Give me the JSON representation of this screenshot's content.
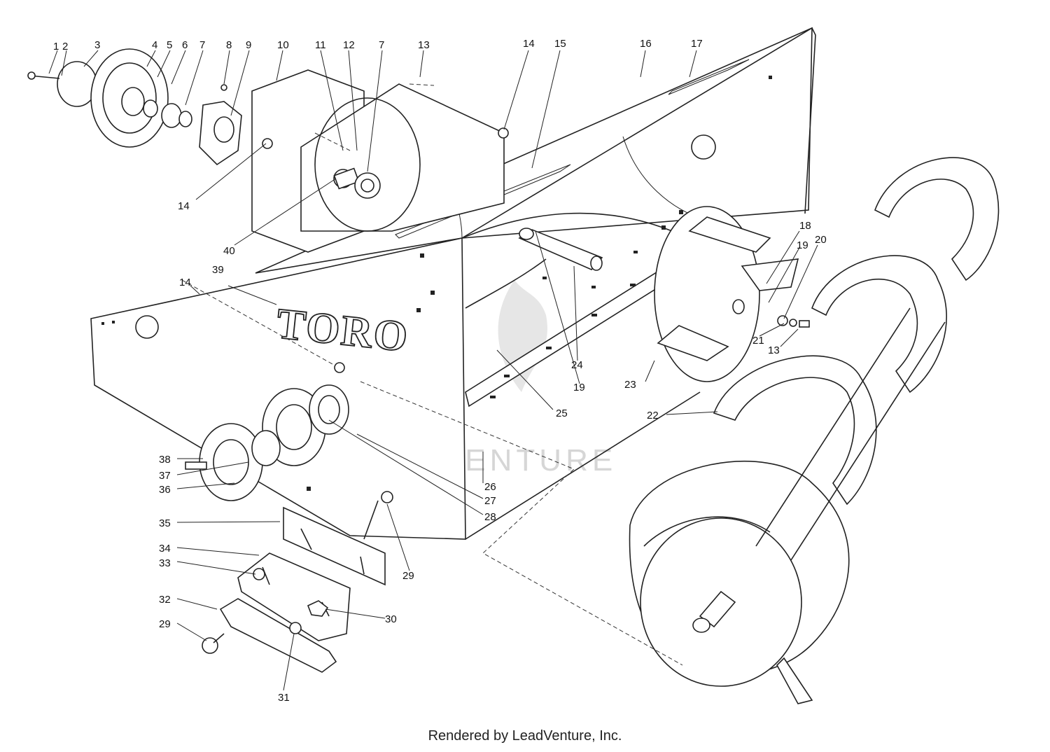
{
  "diagram": {
    "brand_text": "TORO",
    "watermark_text": "LEADVENTURE",
    "footer": "Rendered by LeadVenture, Inc.",
    "callouts": [
      "1",
      "2",
      "3",
      "4",
      "5",
      "6",
      "7",
      "8",
      "9",
      "10",
      "11",
      "12",
      "7",
      "13",
      "14",
      "15",
      "16",
      "17",
      "14",
      "40",
      "39",
      "14",
      "24",
      "19",
      "18",
      "19",
      "20",
      "21",
      "13",
      "23",
      "25",
      "22",
      "38",
      "37",
      "36",
      "26",
      "27",
      "28",
      "35",
      "29",
      "34",
      "33",
      "32",
      "30",
      "29",
      "31"
    ]
  }
}
